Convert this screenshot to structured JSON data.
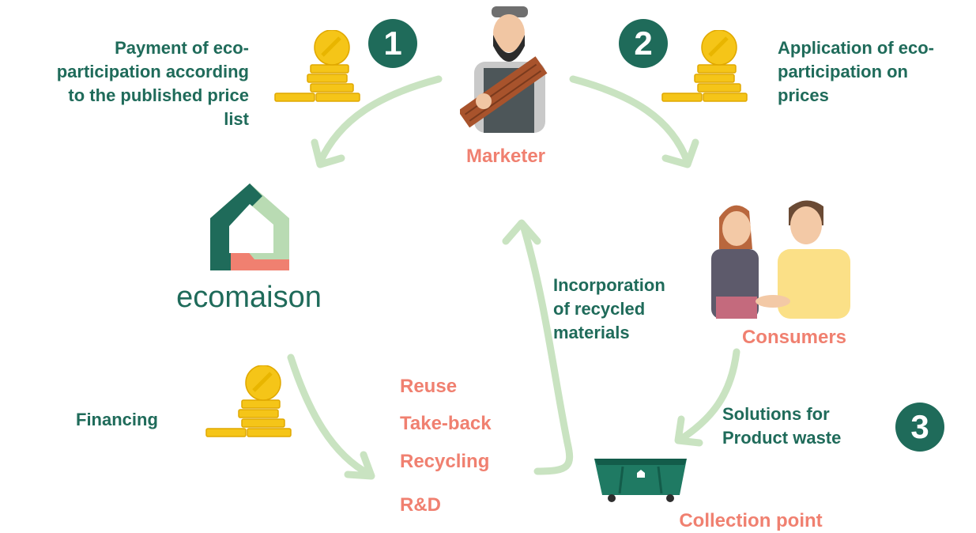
{
  "steps": {
    "one": {
      "number": "1",
      "text_lines": [
        "Payment of eco-",
        "participation according",
        "to the published price",
        "list"
      ]
    },
    "two": {
      "number": "2",
      "text_lines": [
        "Application of eco-",
        "participation on",
        "prices"
      ]
    },
    "three": {
      "number": "3",
      "text_lines": [
        "Solutions for",
        "Product waste"
      ]
    }
  },
  "actors": {
    "marketer": "Marketer",
    "consumers": "Consumers",
    "collection_point": "Collection point",
    "brand": "ecomaison"
  },
  "flows": {
    "financing": "Financing",
    "incorporation_lines": [
      "Incorporation",
      "of recycled",
      "materials"
    ]
  },
  "activities": [
    "Reuse",
    "Take-back",
    "Recycling",
    "R&D"
  ],
  "colors": {
    "dark_green": "#1f6b5a",
    "salmon": "#f08070",
    "arrow_green": "#c9e3c1",
    "coin_gold": "#f5c518",
    "logo_light_green": "#b9dbb3"
  },
  "icons": [
    "coin-stack-icon",
    "marketer-illustration",
    "consumers-illustration",
    "collection-bin-icon",
    "ecomaison-logo-icon"
  ]
}
